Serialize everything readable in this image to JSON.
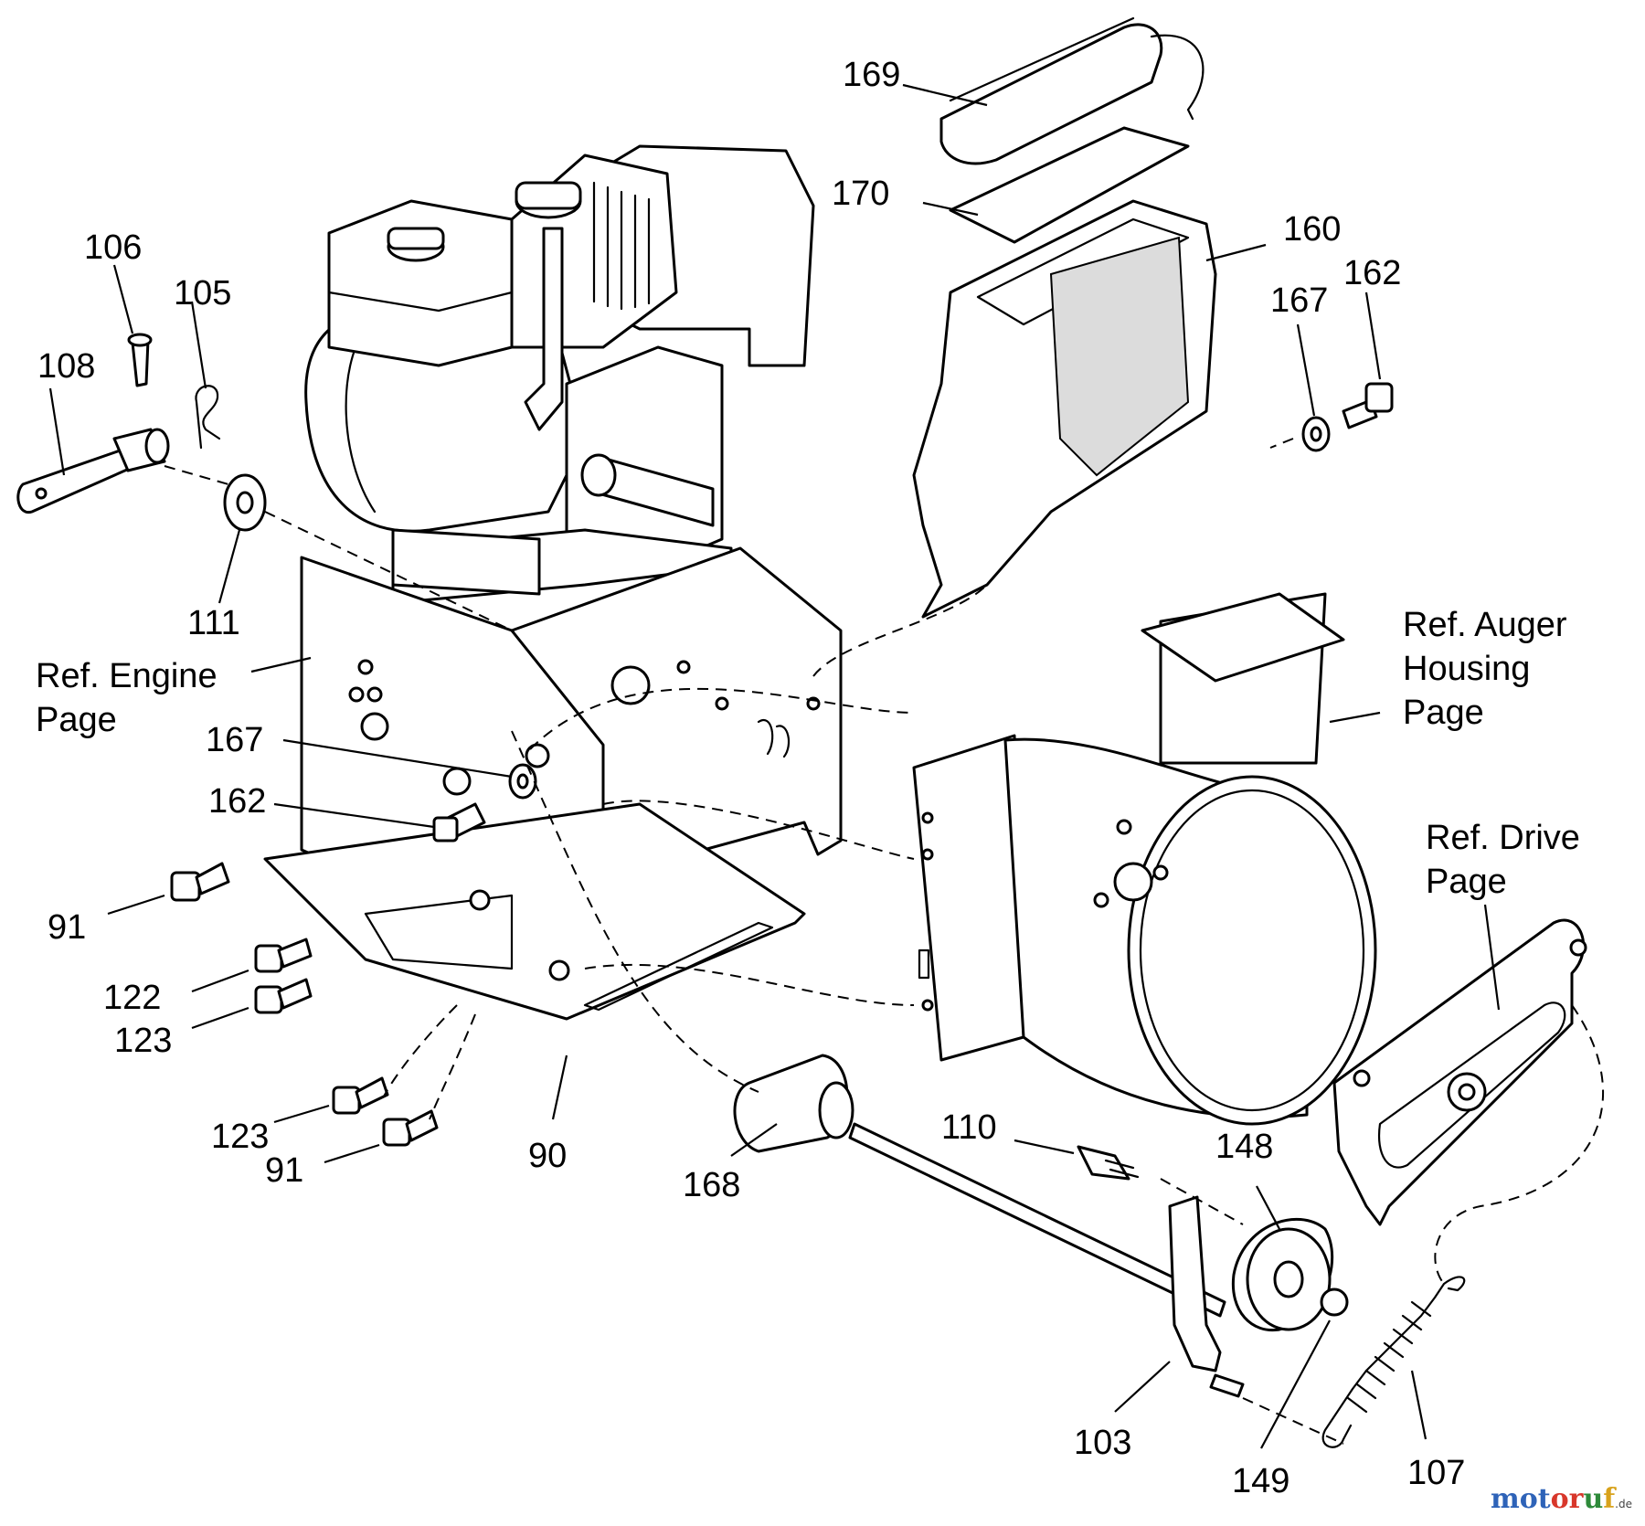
{
  "callouts": {
    "c169": "169",
    "c170": "170",
    "c160": "160",
    "c162a": "162",
    "c167a": "167",
    "c106": "106",
    "c105": "105",
    "c108": "108",
    "c111": "111",
    "c167b": "167",
    "c162b": "162",
    "c91a": "91",
    "c122": "122",
    "c123a": "123",
    "c123b": "123",
    "c91b": "91",
    "c90": "90",
    "c168": "168",
    "c110": "110",
    "c148": "148",
    "c103": "103",
    "c149": "149",
    "c107": "107"
  },
  "references": {
    "engine": [
      "Ref. Engine",
      "Page"
    ],
    "auger": [
      "Ref. Auger",
      "Housing",
      "Page"
    ],
    "drive": [
      "Ref. Drive",
      "Page"
    ]
  },
  "watermark": {
    "part1": "mot",
    "part2": "or",
    "part3": "u",
    "part4": "f",
    "tld": ".de"
  }
}
